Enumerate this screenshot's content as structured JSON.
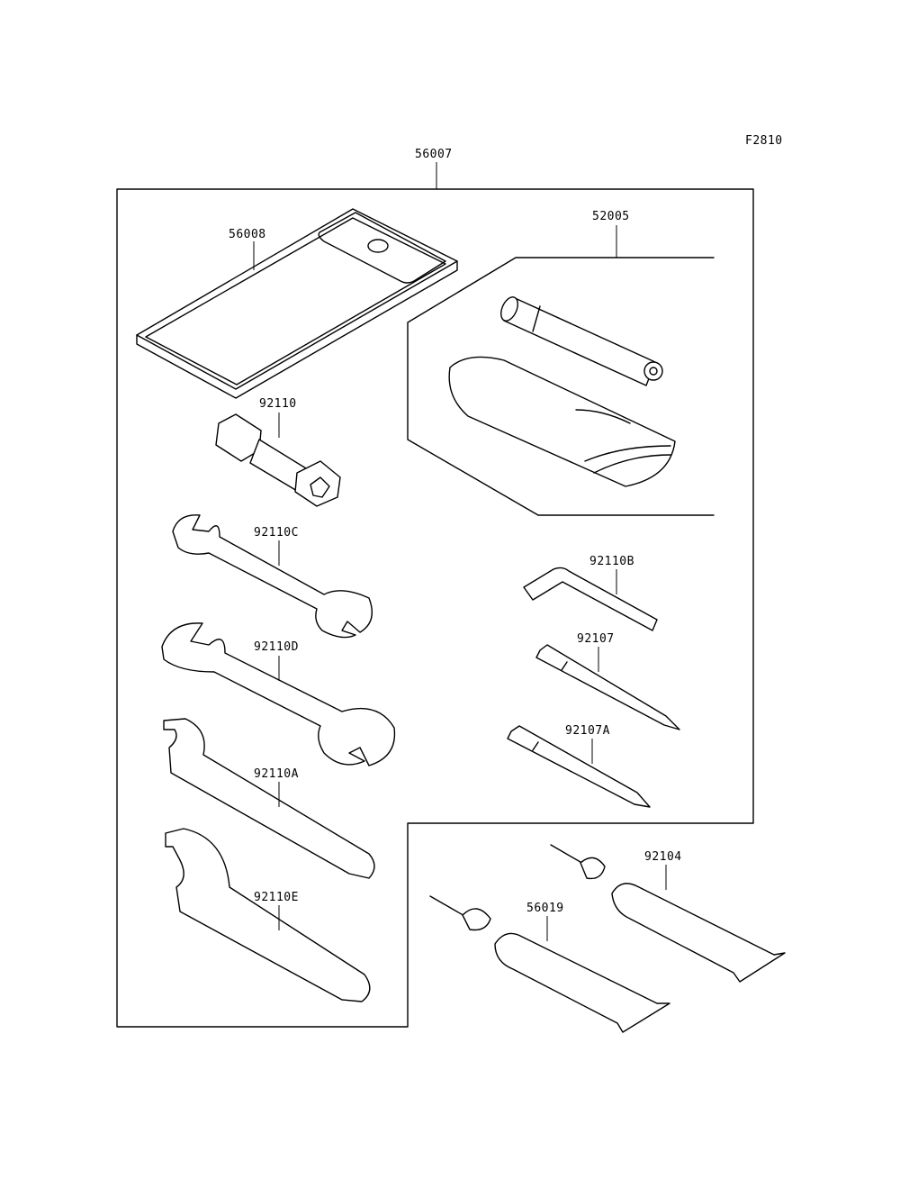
{
  "figure_code": "F2810",
  "parts": {
    "tool_kit": "56007",
    "case": "56008",
    "pump": "52005",
    "plug_wrench": "92110",
    "wrench_c": "92110C",
    "wrench_d": "92110D",
    "wrench_a": "92110A",
    "wrench_e": "92110E",
    "hex_key": "92110B",
    "driver": "92107",
    "driver_a": "92107A",
    "grease_92104": "92104",
    "grease_56019": "56019"
  }
}
